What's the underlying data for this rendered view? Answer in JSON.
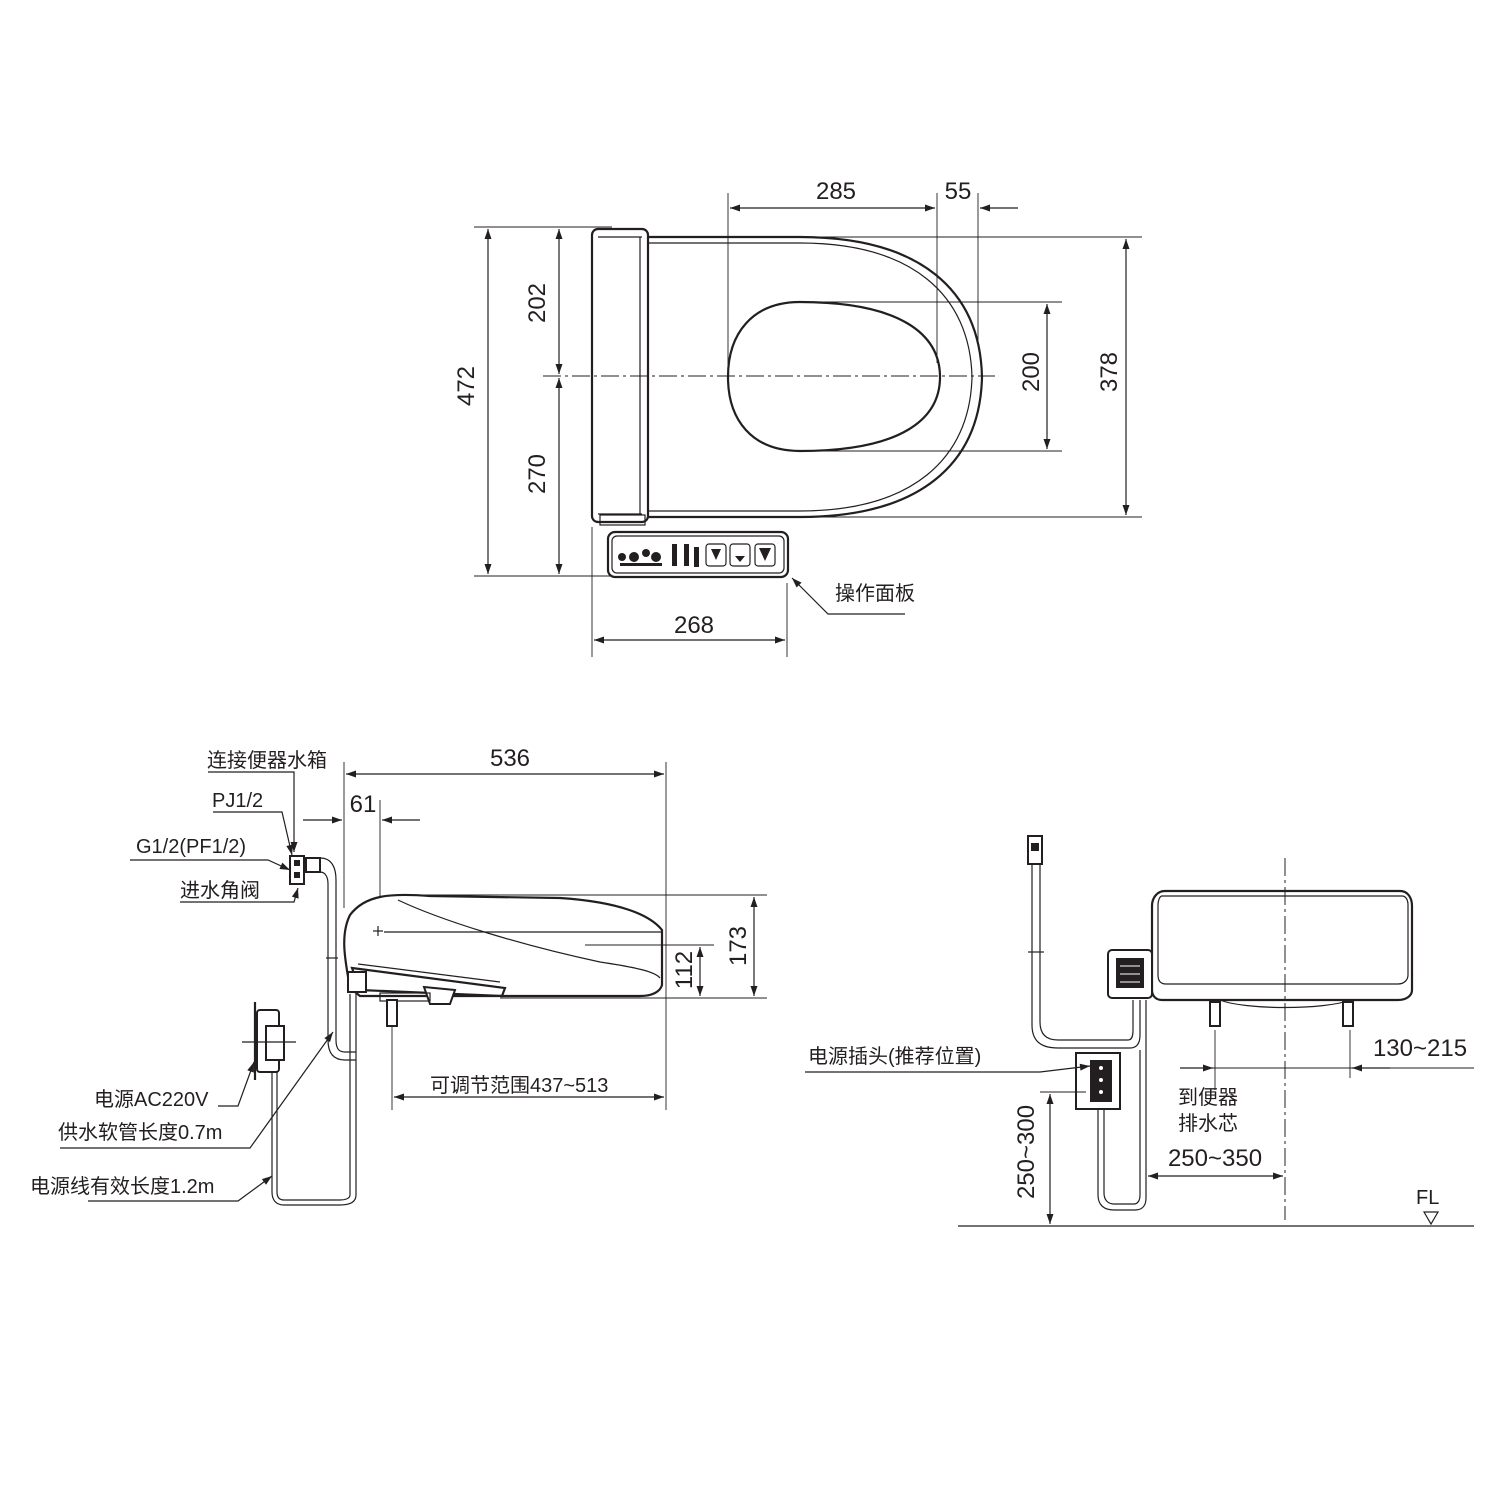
{
  "top_view": {
    "dims": {
      "d285": "285",
      "d55": "55",
      "d202": "202",
      "d472": "472",
      "d270": "270",
      "d200": "200",
      "d378": "378",
      "d268": "268"
    },
    "panel_label": "操作面板"
  },
  "side_view": {
    "dims": {
      "d536": "536",
      "d61": "61",
      "d112": "112",
      "d173": "173"
    },
    "labels": {
      "tank": "连接便器水箱",
      "pj": "PJ1/2",
      "g": "G1/2(PF1/2)",
      "valve": "进水角阀",
      "power": "电源AC220V",
      "hose": "供水软管长度0.7m",
      "cord": "电源线有效长度1.2m",
      "range": "可调节范围437~513"
    }
  },
  "front_view": {
    "labels": {
      "plug": "电源插头(推荐位置)",
      "drain_line1": "到便器",
      "drain_line2": "排水芯",
      "fl": "FL"
    },
    "dims": {
      "d130_215": "130~215",
      "d250_300": "250~300",
      "d250_350": "250~350"
    }
  },
  "colors": {
    "line": "#231f20",
    "background": "#ffffff"
  }
}
